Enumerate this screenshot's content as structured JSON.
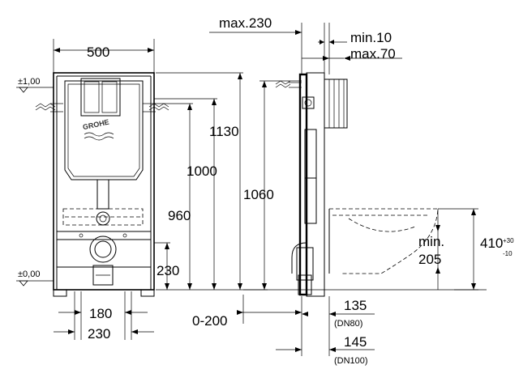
{
  "front": {
    "width": "500",
    "level_top": "±1,00",
    "level_bottom": "±0,00",
    "logo": "GROHE",
    "h_1130": "1130",
    "h_1000": "1000",
    "h_960": "960",
    "h_230": "230",
    "w_180": "180",
    "w_230": "230"
  },
  "side": {
    "max230": "max.230",
    "min10": "min.10",
    "max70": "max.70",
    "h_1060": "1060",
    "range_0_200": "0-200",
    "d135": "135",
    "dn80": "(DN80)",
    "d145": "145",
    "dn100": "(DN100)",
    "min_label": "min.",
    "min_value": "205",
    "h_410": "410",
    "tol_plus": "+30",
    "tol_minus": "-10"
  }
}
